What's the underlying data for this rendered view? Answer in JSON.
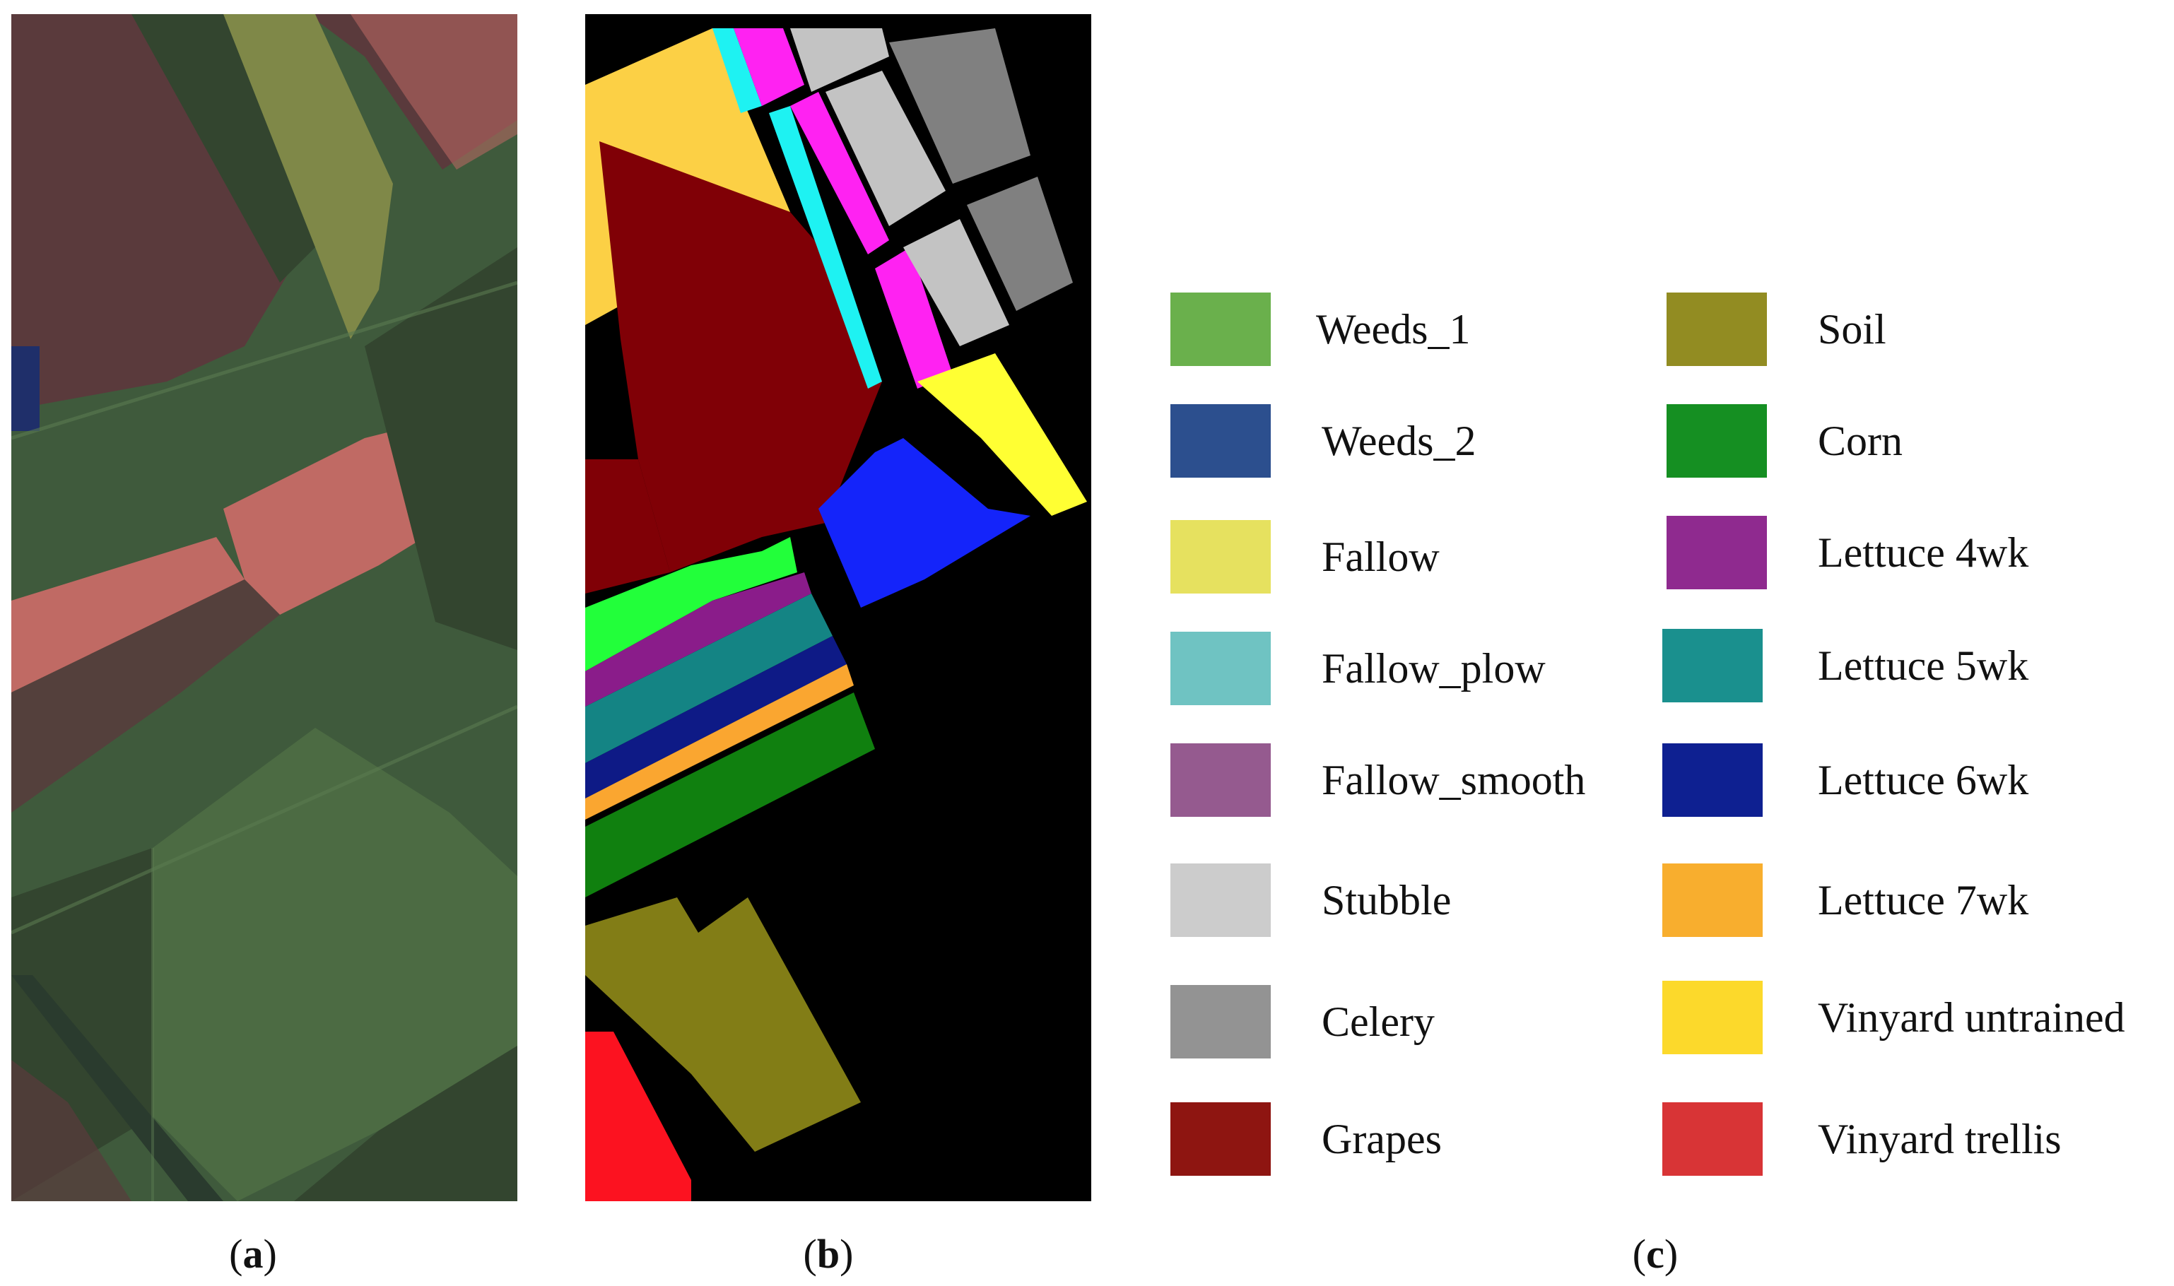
{
  "panels": {
    "a": {
      "caption_letter": "a",
      "open_paren": "(",
      "close_paren": ")"
    },
    "b": {
      "caption_letter": "b",
      "open_paren": "(",
      "close_paren": ")"
    },
    "c": {
      "caption_letter": "c",
      "open_paren": "(",
      "close_paren": ")"
    }
  },
  "panel_a": {
    "image_kind": "false-color aerial image of agricultural fields",
    "colors": {
      "base_green": "#3f5a3c",
      "dark_green": "#33452f",
      "light_green": "#4c6b43",
      "reddish": "#5a3a3c",
      "salmon": "#c06a64",
      "olive_strip": "#7f8848",
      "water_blue": "#1f2f6a",
      "road": "#2a3b2e"
    }
  },
  "panel_b": {
    "image_kind": "ground-truth class map",
    "background_color": "#000000"
  },
  "legend": {
    "items": [
      {
        "label": "Weeds_1",
        "color": "#6ab04c"
      },
      {
        "label": "Weeds_2",
        "color": "#2c4f8e"
      },
      {
        "label": "Fallow",
        "color": "#e6e15f"
      },
      {
        "label": "Fallow_plow",
        "color": "#6fc3c2"
      },
      {
        "label": "Fallow_smooth",
        "color": "#955a8f"
      },
      {
        "label": "Stubble",
        "color": "#cccccc"
      },
      {
        "label": "Celery",
        "color": "#939393"
      },
      {
        "label": "Grapes",
        "color": "#8e1511"
      },
      {
        "label": "Soil",
        "color": "#928c22"
      },
      {
        "label": "Corn",
        "color": "#158f22"
      },
      {
        "label": "Lettuce 4wk",
        "color": "#8f2a8f"
      },
      {
        "label": "Lettuce 5wk",
        "color": "#1a908e"
      },
      {
        "label": "Lettuce 6wk",
        "color": "#0e2091"
      },
      {
        "label": "Lettuce 7wk",
        "color": "#f8ae2e"
      },
      {
        "label": "Vinyard untrained",
        "color": "#fcd92b"
      },
      {
        "label": "Vinyard trellis",
        "color": "#d83436"
      }
    ]
  },
  "map_colors": {
    "fallow_plow_cyan": "#1ef2f2",
    "fallow_smooth_magenta": "#ff22f2",
    "stubble": "#c3c3c3",
    "celery": "#808080",
    "vinyard_untrained": "#fcd045",
    "grapes": "#800006",
    "fallow": "#ffff33",
    "weeds_2": "#1424fa",
    "weeds_1": "#22ff3a",
    "lettuce_4wk": "#8a1c8a",
    "lettuce_5wk": "#148484",
    "lettuce_6wk": "#0e1a86",
    "lettuce_7wk": "#faa630",
    "corn": "#10800f",
    "soil": "#827d16",
    "vinyard_trellis": "#fc1220"
  }
}
